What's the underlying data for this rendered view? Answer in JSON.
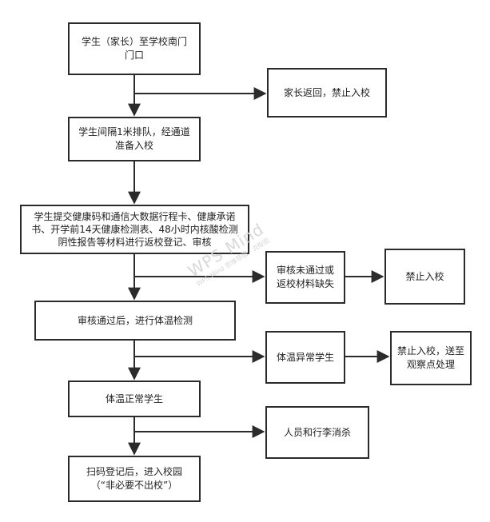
{
  "diagram": {
    "nodes": {
      "arrive": "学生（家长）至学校南门门口",
      "parent_return": "家长返回，禁止入校",
      "queue": "学生间隔1米排队，经通道准备入校",
      "submit": "学生提交健康码和通信大数据行程卡、健康承诺书、开学前14天健康检测表、48小时内核酸检测阴性报告等材料进行返校登记、审核",
      "review_fail": "审核未通过或返校材料缺失",
      "deny_entry": "禁止入校",
      "temp_check": "审核通过后，进行体温检测",
      "temp_abnormal": "体温异常学生",
      "observe": "禁止入校，送至观察点处理",
      "temp_normal": "体温正常学生",
      "disinfect": "人员和行李消杀",
      "enter": "扫码登记后，进入校园（“非必要不出校”）"
    },
    "watermark": "WPS Mind",
    "watermark_sub": "WPS Mind 思维导图 · 流程图"
  }
}
